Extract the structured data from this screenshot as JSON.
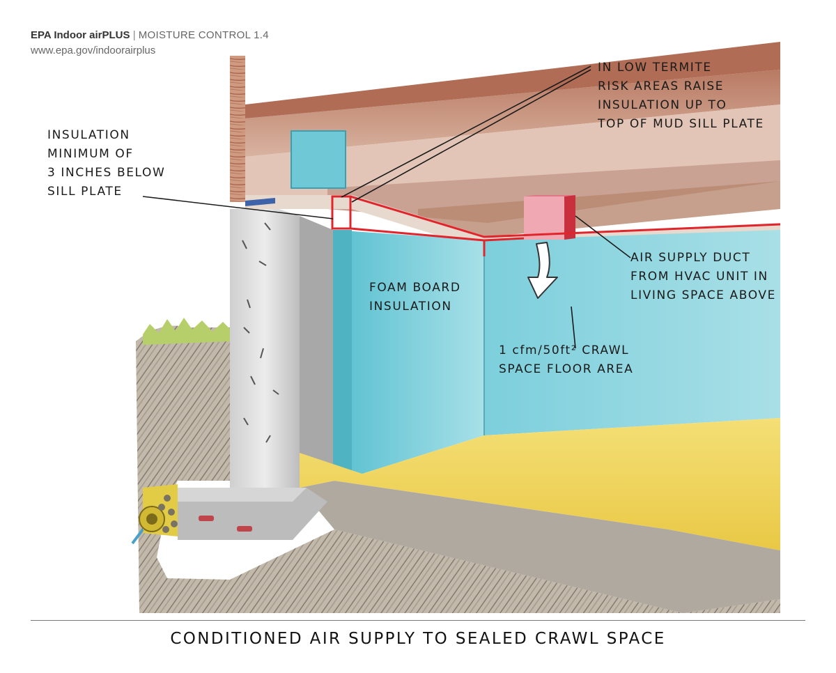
{
  "header": {
    "brand": "EPA Indoor airPLUS",
    "separator": "|",
    "section": "MOISTURE CONTROL 1.4",
    "url": "www.epa.gov/indoorairplus"
  },
  "callouts": {
    "termite": [
      "IN LOW TERMITE",
      "RISK AREAS RAISE",
      "INSULATION UP TO",
      "TOP OF MUD SILL PLATE"
    ],
    "insulation_min": [
      "INSULATION",
      "MINIMUM OF",
      "3 INCHES BELOW",
      "SILL PLATE"
    ],
    "duct": [
      "AIR SUPPLY DUCT",
      "FROM HVAC UNIT IN",
      "LIVING SPACE ABOVE"
    ],
    "foam": [
      "FOAM BOARD",
      "INSULATION"
    ],
    "airflow": [
      "1 cfm/50ft² CRAWL",
      "SPACE FLOOR AREA"
    ]
  },
  "title": "CONDITIONED AIR SUPPLY TO SEALED CRAWL SPACE",
  "colors": {
    "foam": "#8fd3dd",
    "floor": "#f0d35a",
    "wood": "#c98a6a",
    "concrete": "#d9d9d9",
    "soil": "#8a7f70",
    "duct": "#e58a98",
    "highlight": "#e0262c",
    "grass": "#b6cf6a",
    "pipe": "#d8c23a"
  }
}
